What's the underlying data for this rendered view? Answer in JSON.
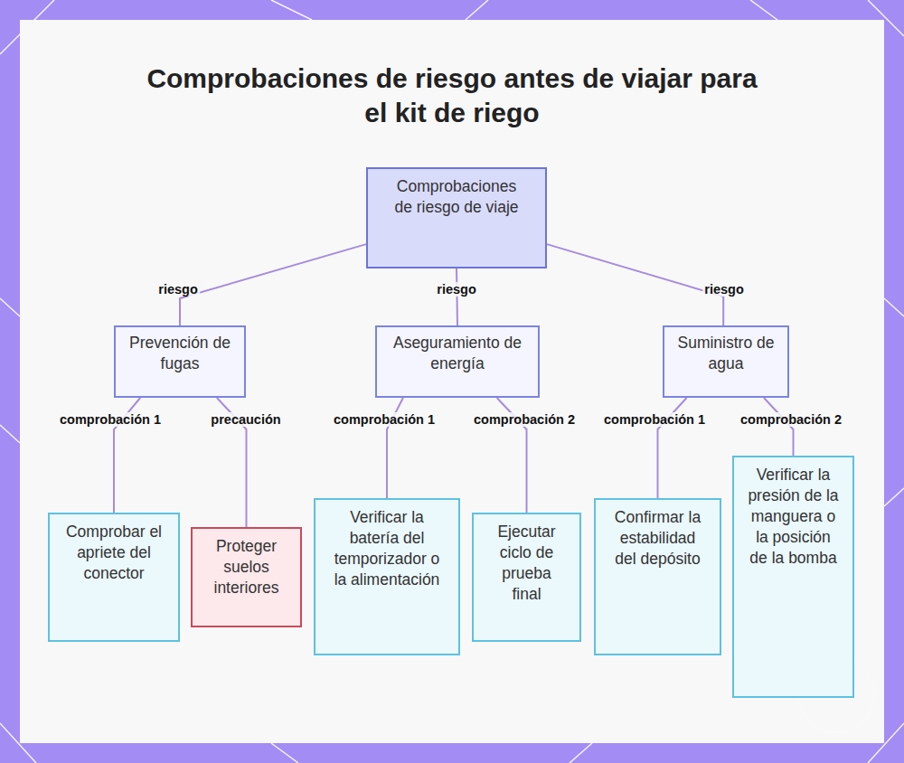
{
  "diagram": {
    "title": "Comprobaciones de riesgo antes de viajar para el kit de riego",
    "nodes": [
      {
        "text": [
          "Comprobaciones de riesgo de viaje"
        ]
      },
      {
        "text": [
          "Prevención de fugas"
        ]
      },
      {
        "text": [
          "Aseguramiento de energía"
        ]
      },
      {
        "text": [
          "Suministro de agua"
        ]
      },
      {
        "text": [
          "Comprobar el apriete del conector"
        ]
      },
      {
        "text": [
          "Proteger suelos interiores"
        ]
      },
      {
        "text": [
          "Verificar la batería del temporizador o la alimentación"
        ]
      },
      {
        "text": [
          "Ejecutar ciclo de prueba final"
        ]
      },
      {
        "text": [
          "Confirmar la estabilidad del depósito"
        ]
      },
      {
        "text": [
          "Verificar la presión de la manguera o la posición de la bomba"
        ]
      }
    ],
    "edges": [
      {
        "from": 0,
        "to": 1,
        "label": "riesgo",
        "arrow": "none"
      },
      {
        "from": 0,
        "to": 2,
        "label": "riesgo",
        "arrow": "none"
      },
      {
        "from": 0,
        "to": 3,
        "label": "riesgo",
        "arrow": "none"
      },
      {
        "from": 1,
        "to": 4,
        "label": "comprobación 1",
        "arrow": "none"
      },
      {
        "from": 1,
        "to": 5,
        "label": "precaución",
        "arrow": "none"
      },
      {
        "from": 2,
        "to": 6,
        "label": "comprobación 1",
        "arrow": "none"
      },
      {
        "from": 2,
        "to": 7,
        "label": "comprobación 2",
        "arrow": "none"
      },
      {
        "from": 3,
        "to": 8,
        "label": "comprobación 1",
        "arrow": "none"
      },
      {
        "from": 3,
        "to": 9,
        "label": "comprobación 2",
        "arrow": "none"
      }
    ]
  }
}
